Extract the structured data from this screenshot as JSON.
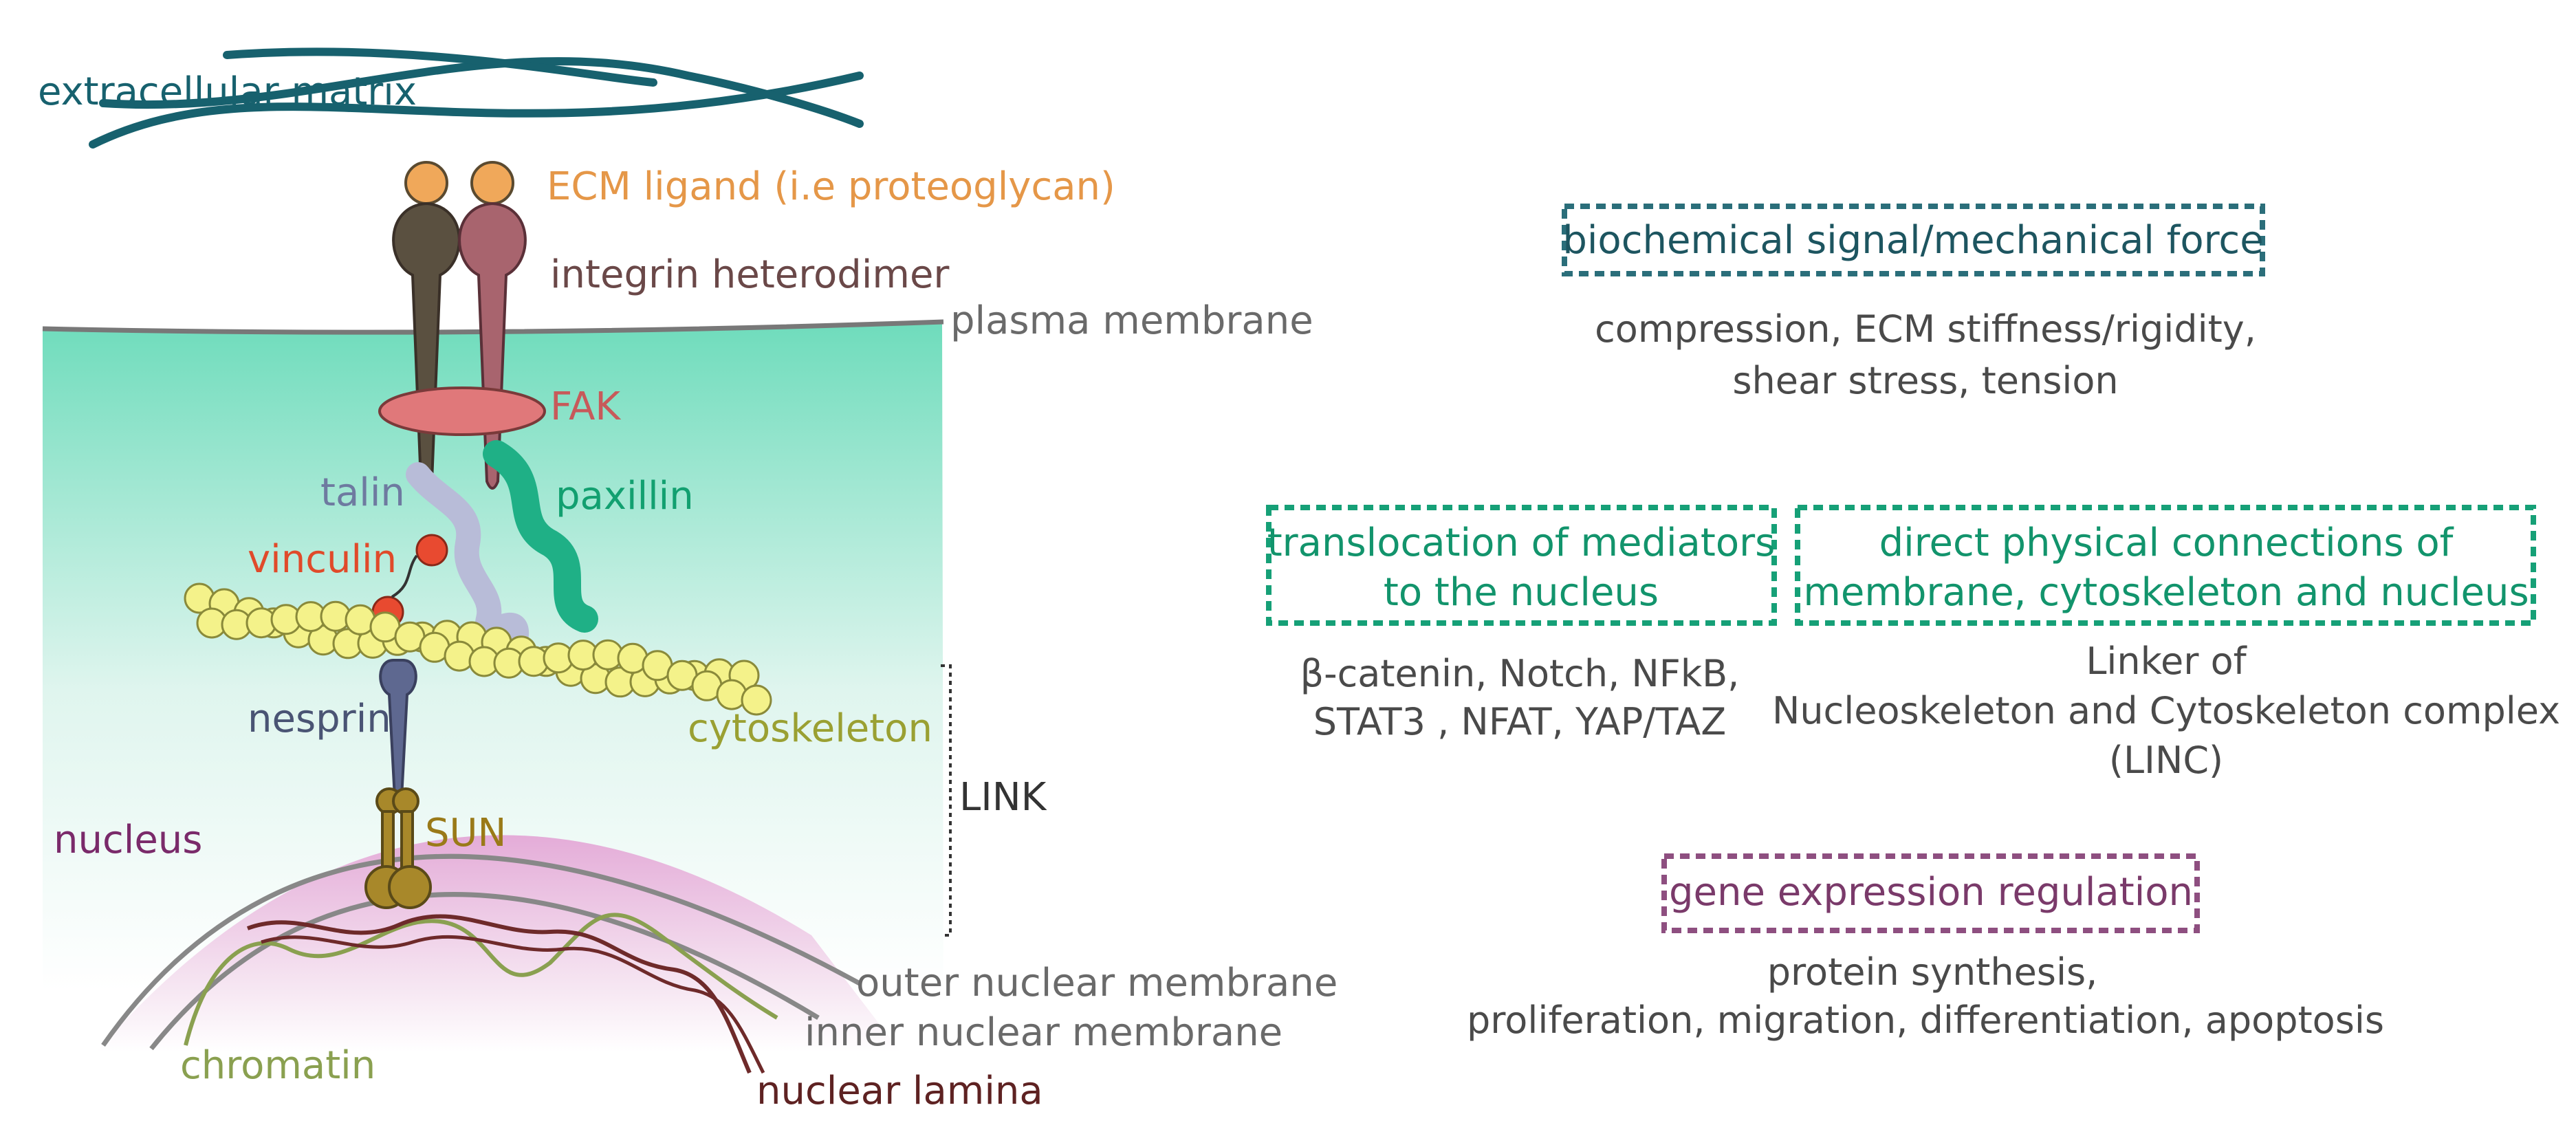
{
  "colors": {
    "ecm": "#17616e",
    "ligand": "#f0a85a",
    "integrin_a": "#5a5040",
    "integrin_b": "#a8646e",
    "fak": "#e0787a",
    "talin": "#b8bcd8",
    "paxillin": "#1fb086",
    "vinculin": "#e84a30",
    "actin": "#f4f28a",
    "nesprin": "#5e6890",
    "sun": "#a8882a",
    "nucleus": "#e8b8de",
    "chromatin": "#8aa050",
    "lamina": "#6e2a2a",
    "membrane": "#787878",
    "cell_top": "#6fdcbc",
    "signal_box": "#2b6e7a",
    "mediator_box": "#16a077",
    "gene_box": "#8e4f80"
  },
  "labels": {
    "ecm": "extracellular matrix",
    "ligand": "ECM ligand (i.e proteoglycan)",
    "integrin": "integrin heterodimer",
    "plasma": "plasma membrane",
    "fak": "FAK",
    "talin": "talin",
    "paxillin": "paxillin",
    "vinculin": "vinculin",
    "nesprin": "nesprin",
    "cytoskeleton": "cytoskeleton",
    "link": "LINK",
    "nucleus": "nucleus",
    "sun": "SUN",
    "outer_nm": "outer nuclear membrane",
    "inner_nm": "inner nuclear membrane",
    "chromatin": "chromatin",
    "lamina": "nuclear lamina"
  },
  "right": {
    "signal_title": "biochemical signal/mechanical force",
    "signal_line1": "compression, ECM stiffness/rigidity,",
    "signal_line2": "shear stress, tension",
    "mediators_title1": "translocation of mediators",
    "mediators_title2": "to the nucleus",
    "mediators_line1": "β-catenin, Notch, NFkB,",
    "mediators_line2": "STAT3 , NFAT, YAP/TAZ",
    "connections_title1": "direct physical connections of",
    "connections_title2": "membrane,  cytoskeleton and nucleus",
    "linc_line1": "Linker of",
    "linc_line2": "Nucleoskeleton and Cytoskeleton complex",
    "linc_line3": "(LINC)",
    "gene_title": "gene expression regulation",
    "gene_line1": "protein synthesis,",
    "gene_line2": "proliferation, migration, differentiation, apoptosis"
  }
}
